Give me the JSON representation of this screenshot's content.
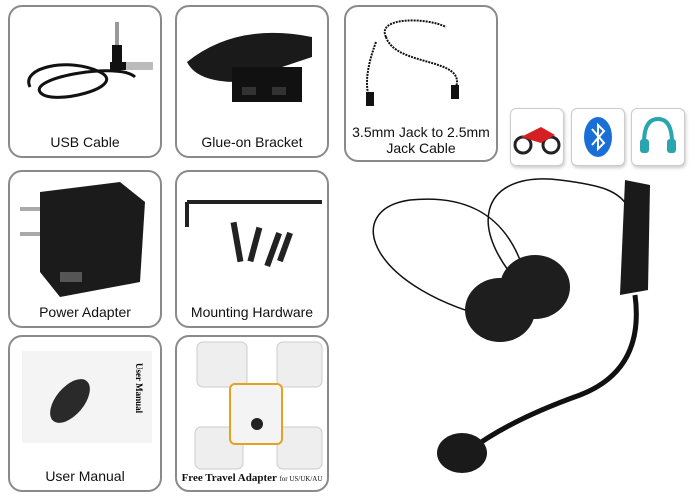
{
  "items": [
    {
      "label": "USB Cable"
    },
    {
      "label": "Glue-on Bracket"
    },
    {
      "label": "3.5mm Jack to 2.5mm Jack Cable"
    },
    {
      "label": "Power Adapter"
    },
    {
      "label": "Mounting Hardware"
    },
    {
      "label": "User Manual",
      "manual_cover_text": "User Manual"
    },
    {
      "label": "Free Travel Adapter",
      "label_suffix": "for US/UK/AU"
    }
  ],
  "feature_icons": [
    "motorcycle-icon",
    "bluetooth-icon",
    "headphones-icon"
  ],
  "colors": {
    "border": "#8a8a8a",
    "bluetooth": "#1a6fd6",
    "headphones": "#2aa5b0",
    "motorcycle": "#d42020"
  }
}
